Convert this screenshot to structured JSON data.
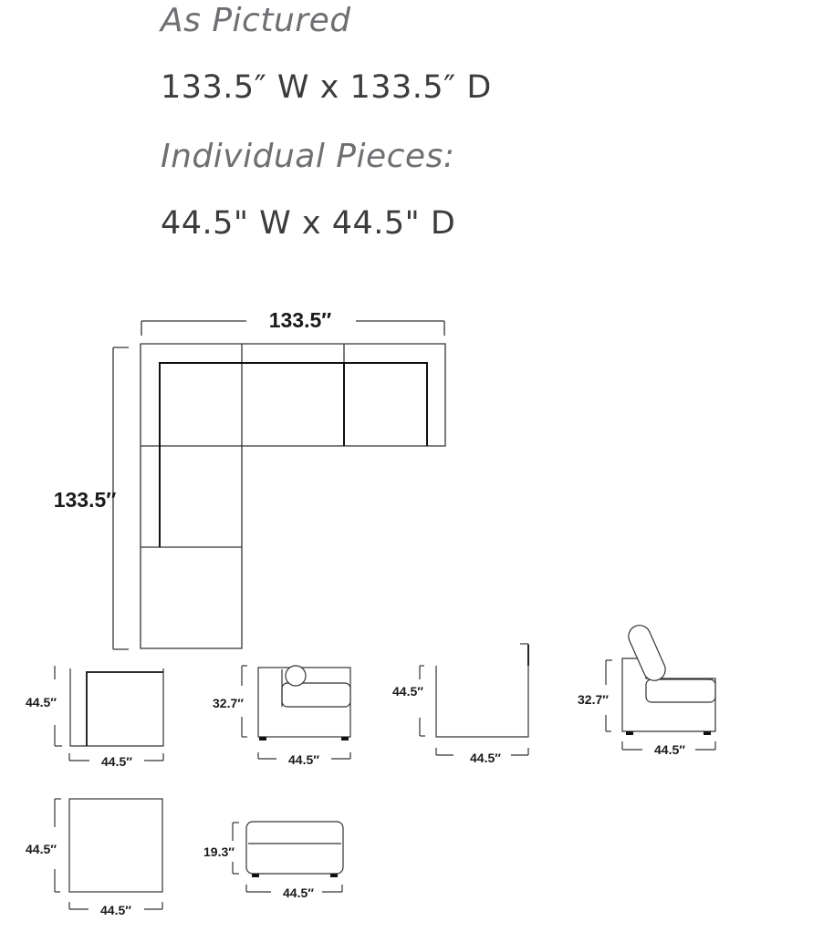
{
  "specs": {
    "as_pictured_label": "As Pictured",
    "overall_dimensions": "133.5″ W x 133.5″ D",
    "individual_label": "Individual Pieces:",
    "piece_dimensions": "44.5\" W x 44.5\" D"
  },
  "plan": {
    "width_label": "133.5″",
    "depth_label": "133.5″"
  },
  "pieces": {
    "corner_plan": {
      "depth": "44.5″",
      "width": "44.5″"
    },
    "armless_side": {
      "height": "32.7″",
      "width": "44.5″"
    },
    "armless_plan": {
      "depth": "44.5″",
      "width": "44.5″"
    },
    "chair_side": {
      "height": "32.7″",
      "width": "44.5″"
    },
    "ottoman_plan": {
      "depth": "44.5″",
      "width": "44.5″"
    },
    "ottoman_side": {
      "height": "19.3″",
      "width": "44.5″"
    }
  }
}
